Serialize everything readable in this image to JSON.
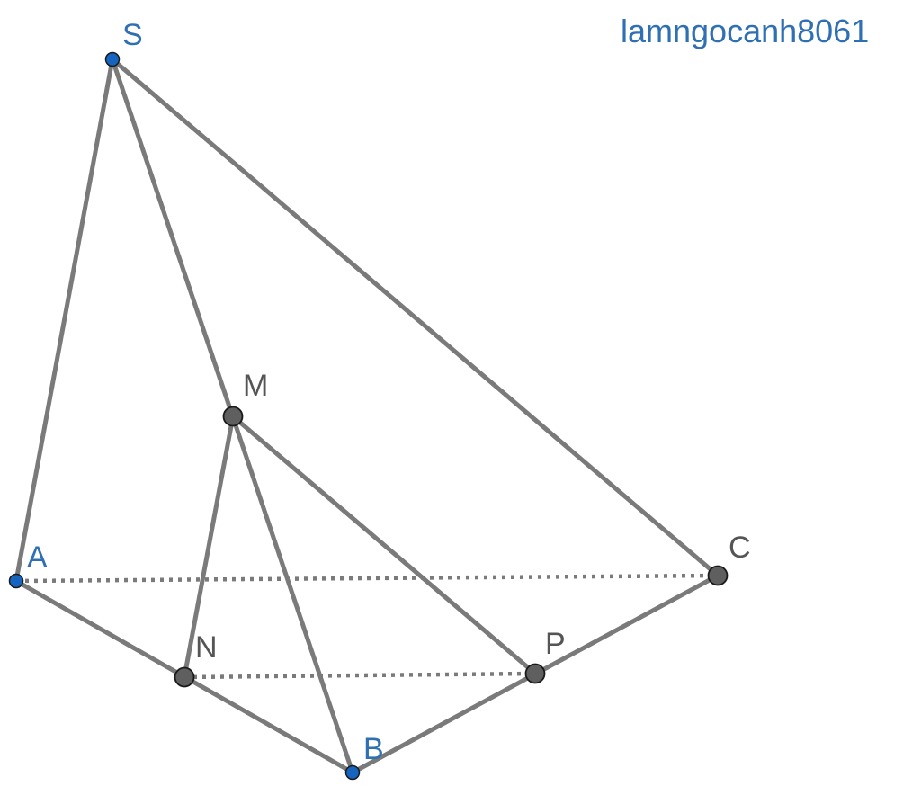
{
  "watermark": "lamngocanh8061",
  "points": {
    "S": "S",
    "A": "A",
    "B": "B",
    "C": "C",
    "M": "M",
    "N": "N",
    "P": "P"
  },
  "colors": {
    "edge": "#7a7a7a",
    "vertex_blue": "#1565c0",
    "vertex_gray": "#5f5f5f",
    "label_blue": "#2f6fb4",
    "label_gray": "#555555"
  },
  "edges": {
    "solid": [
      "SA",
      "SB",
      "SC",
      "AB",
      "BC",
      "MN",
      "MB",
      "MP"
    ],
    "dotted": [
      "AC",
      "NP"
    ]
  }
}
